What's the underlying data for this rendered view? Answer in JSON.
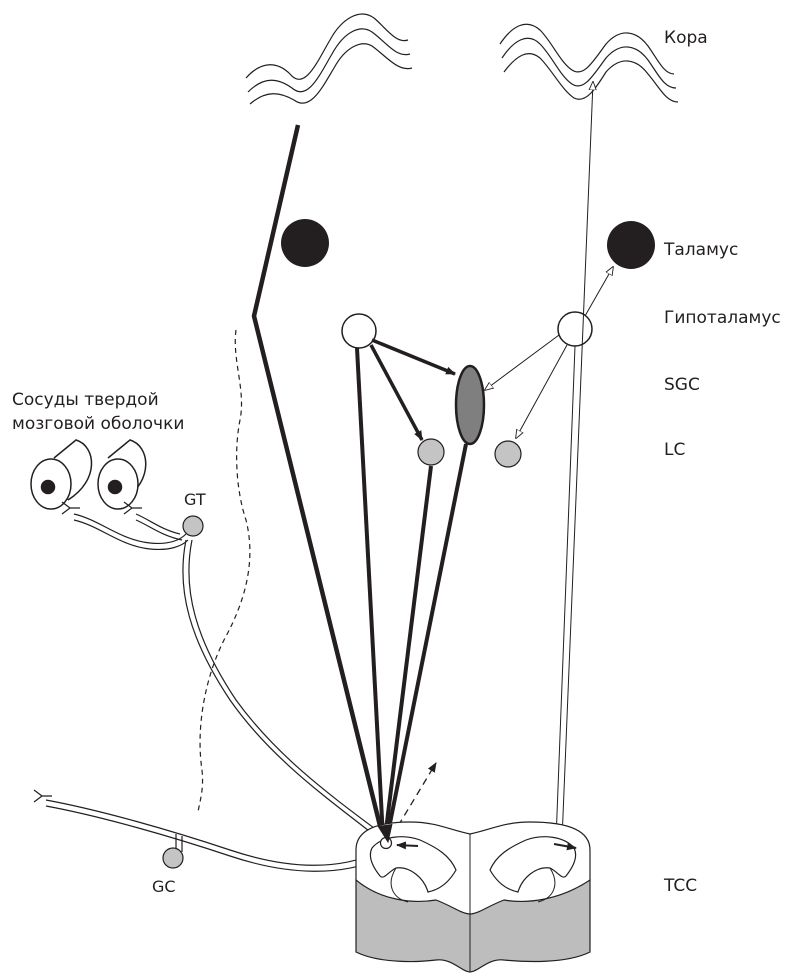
{
  "labels": {
    "cortex": "Кора",
    "thalamus": "Таламус",
    "hypothalamus": "Гипоталамус",
    "sgc": "SGC",
    "lc": "LC",
    "tcc": "TCC",
    "gt": "GT",
    "gc": "GC",
    "vessels_line1": "Сосуды твердой",
    "vessels_line2": "мозговой оболочки"
  },
  "colors": {
    "ink": "#231f20",
    "thalamus_fill": "#231f20",
    "sgc_fill": "#7f7f7f",
    "lc_fill": "#c4c4c4",
    "tcc_base": "#bdbdbd",
    "white": "#ffffff"
  }
}
